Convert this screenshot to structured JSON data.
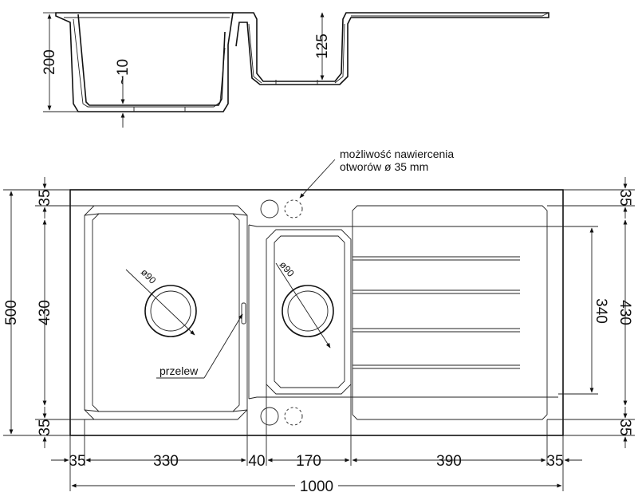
{
  "note": {
    "line1": "możliwość nawiercenia",
    "line2": "otworów ø 35 mm"
  },
  "labels": {
    "overflow": "przelew",
    "drain_left": "ø90",
    "drain_right": "ø90"
  },
  "dimensions": {
    "section_height": "200",
    "section_bottom_thickness": "~10",
    "section_small_bowl_depth": "125",
    "overall_depth": "500",
    "inner_depth_left": "430",
    "top_margin_left": "35",
    "bottom_margin_left": "35",
    "top_margin_right": "35",
    "bottom_margin_right": "35",
    "inner_depth_right": "430",
    "drainer_depth": "340",
    "w_left_edge": "35",
    "w_big_bowl": "330",
    "w_divider": "40",
    "w_small_bowl": "170",
    "w_drainer": "390",
    "w_right_edge": "35",
    "w_total": "1000"
  }
}
